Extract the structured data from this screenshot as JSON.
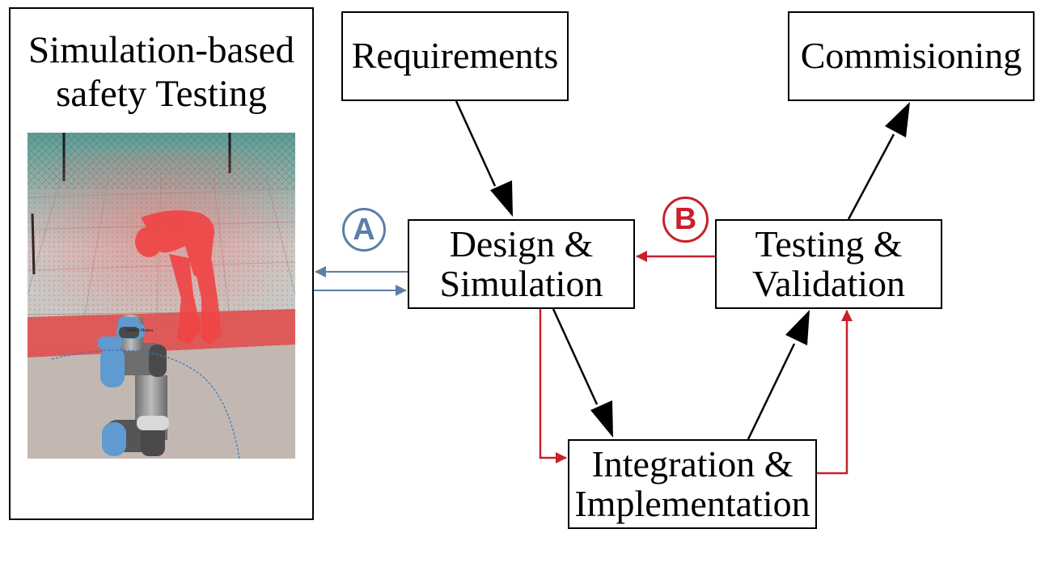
{
  "colors": {
    "flow_black": "#000000",
    "loop_a_blue": "#5b7fa6",
    "loop_b_red": "#c8202a",
    "human_red": "#f04040",
    "floor_tile": "#c9c2bc",
    "fence_teal": "#7fb7ab"
  },
  "panel": {
    "title": "Simulation-based\nsafety Testing",
    "image": {
      "icon": "robot-arm-with-human-model",
      "overlay_text": "000000 Meters"
    }
  },
  "nodes": {
    "requirements": "Requirements",
    "commissioning": "Commisioning",
    "design": "Design &\nSimulation",
    "testing": "Testing &\nValidation",
    "integration": "Integration &\nImplementation"
  },
  "badges": {
    "a": "A",
    "b": "B"
  }
}
